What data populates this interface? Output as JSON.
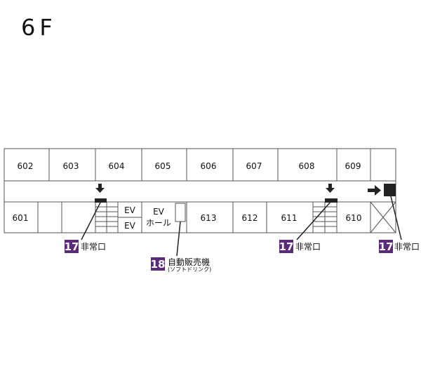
{
  "floor": {
    "title": "6F"
  },
  "rooms": {
    "r602": "602",
    "r603": "603",
    "r604": "604",
    "r605": "605",
    "r606": "606",
    "r607": "607",
    "r608": "608",
    "r609": "609",
    "r601": "601",
    "r613": "613",
    "r612": "612",
    "r611": "611",
    "r610": "610"
  },
  "elevators": {
    "ev_top": "EV",
    "ev_bottom": "EV",
    "hall_line1": "EV",
    "hall_line2": "ホール"
  },
  "legend": {
    "emergency_exit_number": "17",
    "emergency_exit_label": "非常口",
    "vending_number": "18",
    "vending_label": "自動販売機",
    "vending_sub": "(ソフトドリンク)"
  },
  "colors": {
    "badge": "#5a2b7a",
    "line": "#555555",
    "mark": "#222222"
  },
  "icons": {
    "direction_arrow": "arrow-icon",
    "exit_marker": "exit-marker-icon",
    "stairs": "stairs-icon"
  }
}
